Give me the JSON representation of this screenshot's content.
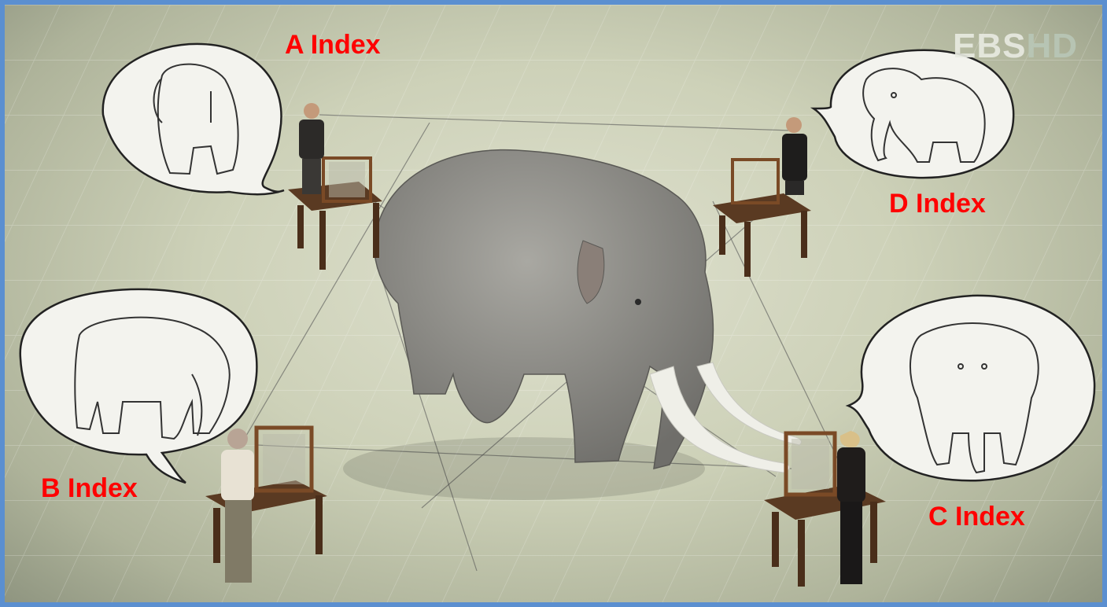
{
  "watermark": {
    "brand": "EBS",
    "suffix": "HD"
  },
  "labels": {
    "a": "A Index",
    "b": "B Index",
    "c": "C Index",
    "d": "D Index"
  },
  "colors": {
    "frame": "#5b8fd0",
    "label": "#ff0000",
    "floor": "#cdd1b8",
    "elephant": "#8e8e8a",
    "table": "#5a3a22"
  },
  "icons": [
    "thought-bubble-icon",
    "elephant-sketch-icon",
    "person-icon",
    "table-icon",
    "elephant-icon"
  ]
}
